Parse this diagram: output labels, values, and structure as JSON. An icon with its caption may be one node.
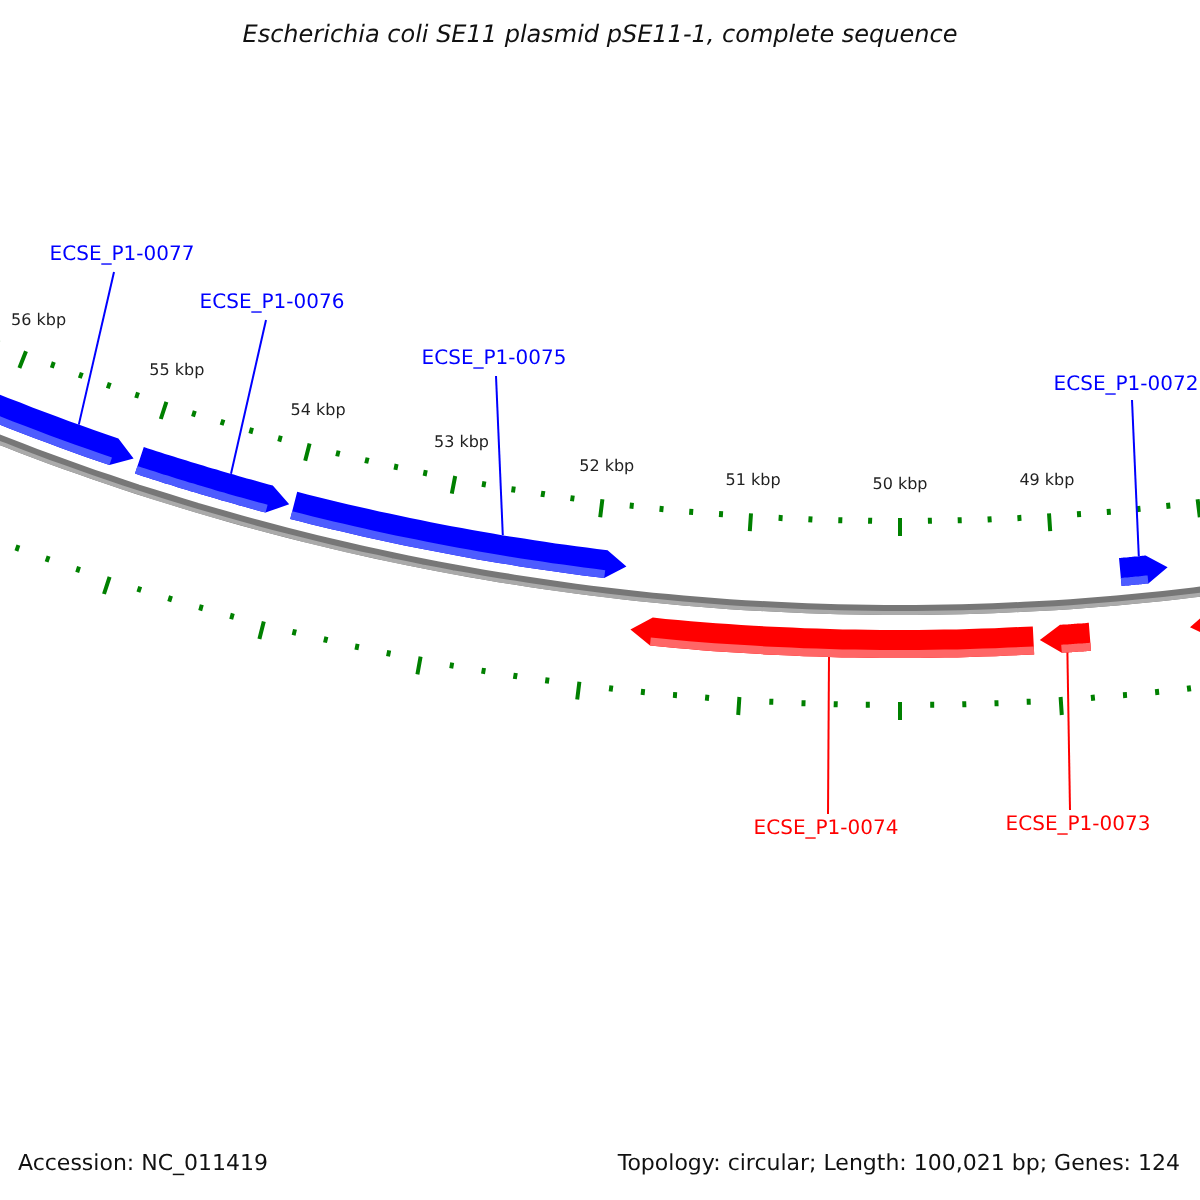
{
  "diagram": {
    "title": "Escherichia coli SE11 plasmid pSE11-1, complete sequence",
    "nodes": [
      {
        "text": [
          "ECSE_P1-0077"
        ]
      },
      {
        "text": [
          "ECSE_P1-0076"
        ]
      },
      {
        "text": [
          "ECSE_P1-0075"
        ]
      },
      {
        "text": [
          "ECSE_P1-0072"
        ]
      },
      {
        "text": [
          "ECSE_P1-0074"
        ]
      },
      {
        "text": [
          "ECSE_P1-0073"
        ]
      },
      {
        "text": [],
        "shape": "arrow"
      },
      {
        "text": [],
        "shape": "arrow"
      },
      {
        "text": [],
        "shape": "arrow"
      },
      {
        "text": [],
        "shape": "arrow"
      },
      {
        "text": [],
        "shape": "arrow"
      },
      {
        "text": [],
        "shape": "arrow"
      },
      {
        "text": [],
        "shape": "arrow"
      }
    ],
    "edges": [
      {
        "from": 0,
        "to": 6,
        "arrow": "none"
      },
      {
        "from": 1,
        "to": 7,
        "arrow": "none"
      },
      {
        "from": 2,
        "to": 8,
        "arrow": "none"
      },
      {
        "from": 3,
        "to": 9,
        "arrow": "none"
      },
      {
        "from": 4,
        "to": 10,
        "arrow": "none",
        "color": "#ff0000"
      },
      {
        "from": 5,
        "to": 11,
        "arrow": "none",
        "color": "#ff0000"
      }
    ],
    "labels": [
      "56 kbp",
      "55 kbp",
      "54 kbp",
      "53 kbp",
      "52 kbp",
      "51 kbp",
      "50 kbp",
      "49 kbp",
      "Accession: NC_011419",
      "Topology: circular; Length: 100,021 bp; Genes: 124"
    ]
  }
}
